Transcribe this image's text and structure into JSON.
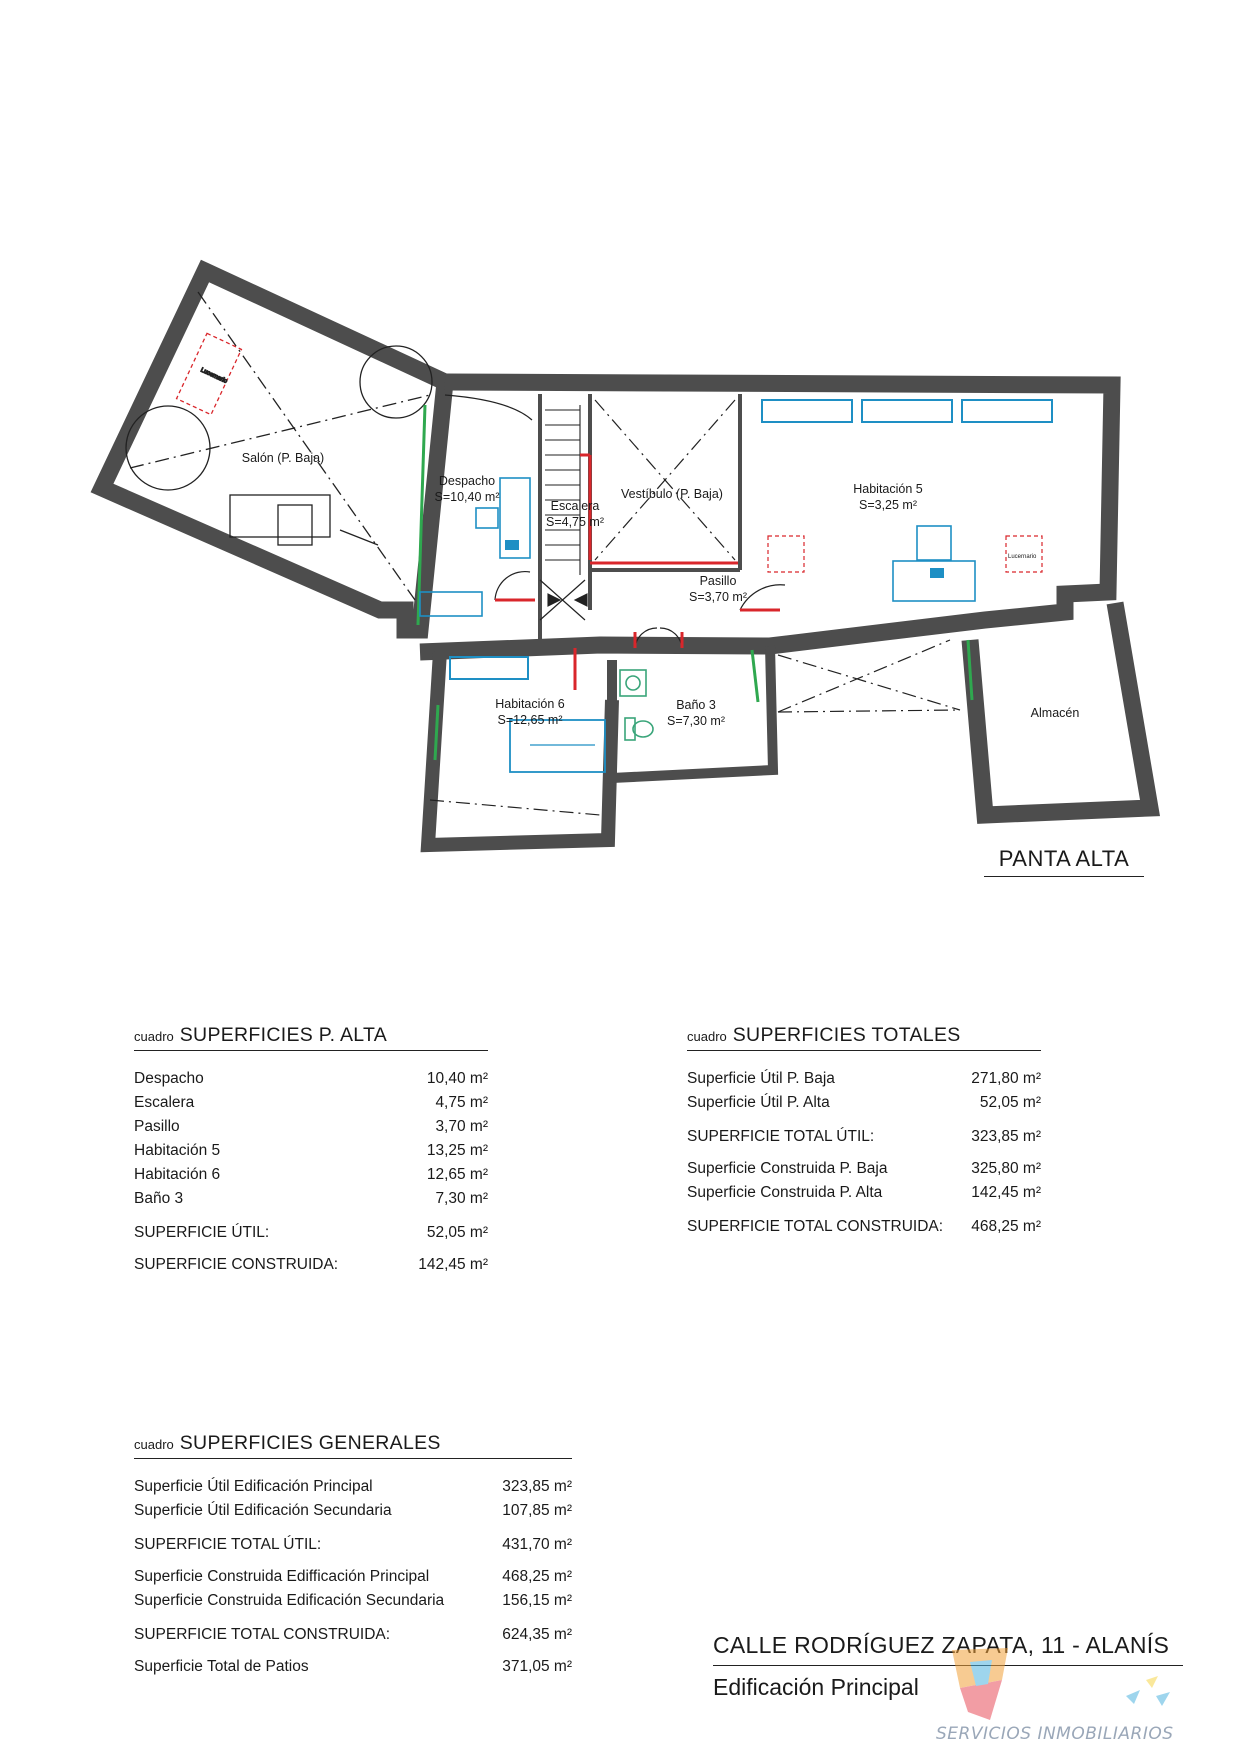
{
  "plan": {
    "title": "PANTA ALTA",
    "rooms": {
      "salon": "Salón (P. Baja)",
      "despacho_name": "Despacho",
      "despacho_area": "S=10,40 m²",
      "escalera_name": "Escalera",
      "escalera_area": "S=4,75 m²",
      "vestibulo": "Vestíbulo (P. Baja)",
      "habitacion5_name": "Habitación 5",
      "habitacion5_area": "S=3,25 m²",
      "pasillo_name": "Pasillo",
      "pasillo_area": "S=3,70 m²",
      "habitacion6_name": "Habitación 6",
      "habitacion6_area": "S=12,65 m²",
      "bano3_name": "Baño 3",
      "bano3_area": "S=7,30 m²",
      "almacen": "Almacén",
      "lucernario": "Lucernario"
    }
  },
  "tables": {
    "alta": {
      "prefix": "cuadro",
      "title": "SUPERFICIES P. ALTA",
      "rows": [
        {
          "label": "Despacho",
          "value": "10,40 m²"
        },
        {
          "label": "Escalera",
          "value": "4,75 m²"
        },
        {
          "label": "Pasillo",
          "value": "3,70 m²"
        },
        {
          "label": "Habitación 5",
          "value": "13,25 m²"
        },
        {
          "label": "Habitación 6",
          "value": "12,65 m²"
        },
        {
          "label": "Baño 3",
          "value": "7,30 m²"
        }
      ],
      "util_label": "SUPERFICIE ÚTIL:",
      "util_value": "52,05 m²",
      "construida_label": "SUPERFICIE CONSTRUIDA:",
      "construida_value": "142,45 m²"
    },
    "totales": {
      "prefix": "cuadro",
      "title": "SUPERFICIES TOTALES",
      "util_rows": [
        {
          "label": "Superficie Útil P. Baja",
          "value": "271,80 m²"
        },
        {
          "label": "Superficie Útil P. Alta",
          "value": "52,05 m²"
        }
      ],
      "total_util_label": "SUPERFICIE TOTAL ÚTIL:",
      "total_util_value": "323,85 m²",
      "construida_rows": [
        {
          "label": "Superficie Construida P. Baja",
          "value": "325,80 m²"
        },
        {
          "label": "Superficie Construida P. Alta",
          "value": "142,45 m²"
        }
      ],
      "total_construida_label": "SUPERFICIE TOTAL CONSTRUIDA:",
      "total_construida_value": "468,25 m²"
    },
    "generales": {
      "prefix": "cuadro",
      "title": "SUPERFICIES GENERALES",
      "util_rows": [
        {
          "label": "Superficie Útil Edificación Principal",
          "value": "323,85 m²"
        },
        {
          "label": "Superficie Útil Edificación Secundaria",
          "value": "107,85 m²"
        }
      ],
      "total_util_label": "SUPERFICIE TOTAL ÚTIL:",
      "total_util_value": "431,70 m²",
      "construida_rows": [
        {
          "label": "Superficie Construida Edifficación Principal",
          "value": "468,25 m²"
        },
        {
          "label": "Superficie Construida Edificación Secundaria",
          "value": "156,15 m²"
        }
      ],
      "total_construida_label": "SUPERFICIE TOTAL CONSTRUIDA:",
      "total_construida_value": "624,35 m²",
      "patios_label": "Superficie Total de Patios",
      "patios_value": "371,05 m²"
    }
  },
  "address": {
    "street": "CALLE RODRÍGUEZ ZAPATA, 11 - ALANÍS",
    "building": "Edificación Principal"
  },
  "logo": {
    "brand": "SERVICIOS INMOBILIARIOS",
    "colors": [
      "#f2a23a",
      "#e94e5b",
      "#4fb3e0",
      "#f6d64a"
    ]
  },
  "colors": {
    "wall": "#4d4d4d",
    "furniture": "#1e8fc4",
    "door": "#d9262b",
    "window": "#2fa84f",
    "bath": "#3aa57a"
  }
}
